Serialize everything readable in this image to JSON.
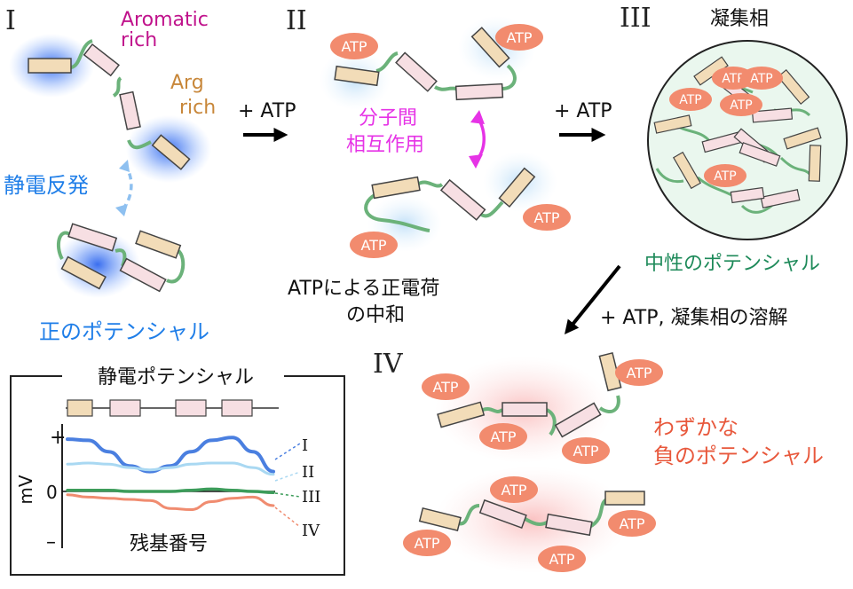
{
  "colors": {
    "aromatic": "#c0138c",
    "arg": "#c8873a",
    "blue": "#1f7ee8",
    "magenta": "#e633e6",
    "green": "#1e8a5a",
    "salmon": "#e8583c",
    "atp_fill": "#f28b6e",
    "seg_tan": "#f2dcb8",
    "seg_pink": "#f7dfe3",
    "linker": "#6bb27a",
    "chart_I": "#4a7fe0",
    "chart_II": "#a9d8f2",
    "chart_III": "#3c9c5a",
    "chart_IV": "#f08c70"
  },
  "panels": {
    "I": {
      "roman": "I",
      "aromatic_line1": "Aromatic",
      "aromatic_line2": "rich",
      "arg_line1": "Arg",
      "arg_line2": "rich",
      "repulsion": "静電反発",
      "potential": "正のポテンシャル"
    },
    "II": {
      "roman": "II",
      "interaction_line1": "分子間",
      "interaction_line2": "相互作用",
      "neutralize_line1": "ATPによる正電荷",
      "neutralize_line2": "の中和"
    },
    "III": {
      "roman": "III",
      "title": "凝集相",
      "neutral": "中性のポテンシャル"
    },
    "IV": {
      "roman": "IV",
      "potential_line1": "わずかな",
      "potential_line2": "負のポテンシャル"
    }
  },
  "arrows": {
    "step1": "+ ATP",
    "step2": "+ ATP",
    "step3": "+ ATP, 凝集相の溶解"
  },
  "atp_label": "ATP",
  "inset": {
    "title": "静電ポテンシャル",
    "ylabel": "mV",
    "xlabel": "残基番号",
    "tick_plus": "+",
    "tick_zero": "0",
    "tick_minus": "–",
    "legend": [
      "I",
      "II",
      "III",
      "IV"
    ]
  },
  "chart_data": {
    "type": "line",
    "title": "静電ポテンシャル",
    "xlabel": "残基番号",
    "ylabel": "mV",
    "x": [
      0,
      0.1,
      0.2,
      0.3,
      0.4,
      0.5,
      0.6,
      0.7,
      0.8,
      0.9,
      1.0
    ],
    "ylim": [
      -1,
      1
    ],
    "series": [
      {
        "name": "I",
        "values": [
          0.92,
          0.9,
          0.7,
          0.45,
          0.35,
          0.45,
          0.7,
          0.9,
          0.95,
          0.7,
          0.35
        ]
      },
      {
        "name": "II",
        "values": [
          0.48,
          0.5,
          0.48,
          0.42,
          0.38,
          0.42,
          0.48,
          0.5,
          0.5,
          0.42,
          0.3
        ]
      },
      {
        "name": "III",
        "values": [
          0.02,
          0.02,
          0.02,
          0.0,
          0.0,
          0.0,
          0.02,
          0.04,
          0.02,
          0.0,
          -0.02
        ]
      },
      {
        "name": "IV",
        "values": [
          -0.06,
          -0.1,
          -0.12,
          -0.14,
          -0.16,
          -0.3,
          -0.32,
          -0.18,
          -0.12,
          -0.1,
          -0.25
        ]
      }
    ]
  }
}
